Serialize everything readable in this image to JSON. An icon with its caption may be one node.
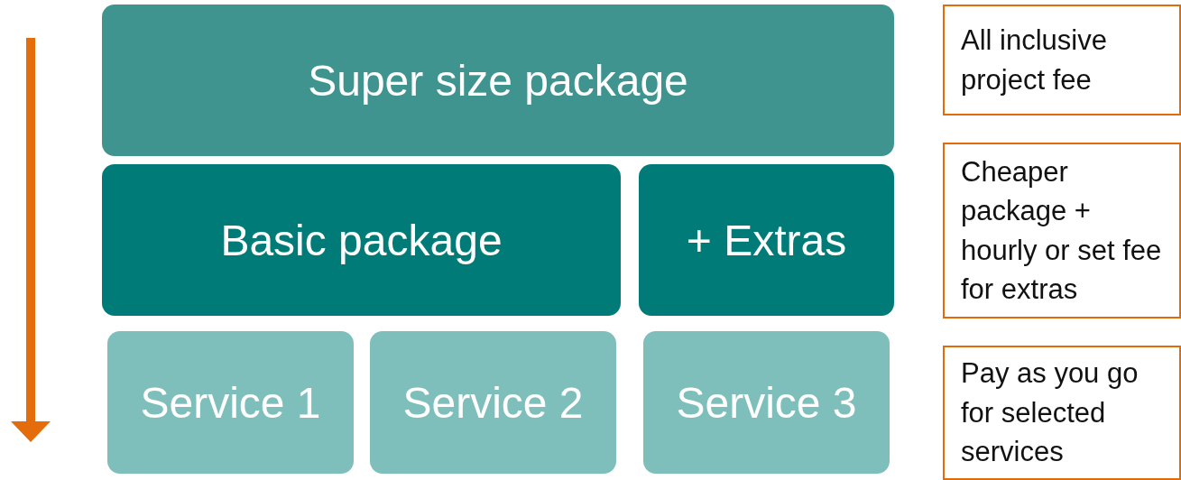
{
  "diagram": {
    "nodes": [
      {
        "text": [
          "Super size package"
        ]
      },
      {
        "text": [
          "Basic package"
        ]
      },
      {
        "text": [
          "+ Extras"
        ]
      },
      {
        "text": [
          "Service 1"
        ]
      },
      {
        "text": [
          "Service 2"
        ]
      },
      {
        "text": [
          "Service 3"
        ]
      },
      {
        "text": [
          "All inclusive project fee"
        ]
      },
      {
        "text": [
          "Cheaper package + hourly or set fee for extras"
        ]
      },
      {
        "text": [
          "Pay as you go for selected services"
        ]
      }
    ]
  }
}
